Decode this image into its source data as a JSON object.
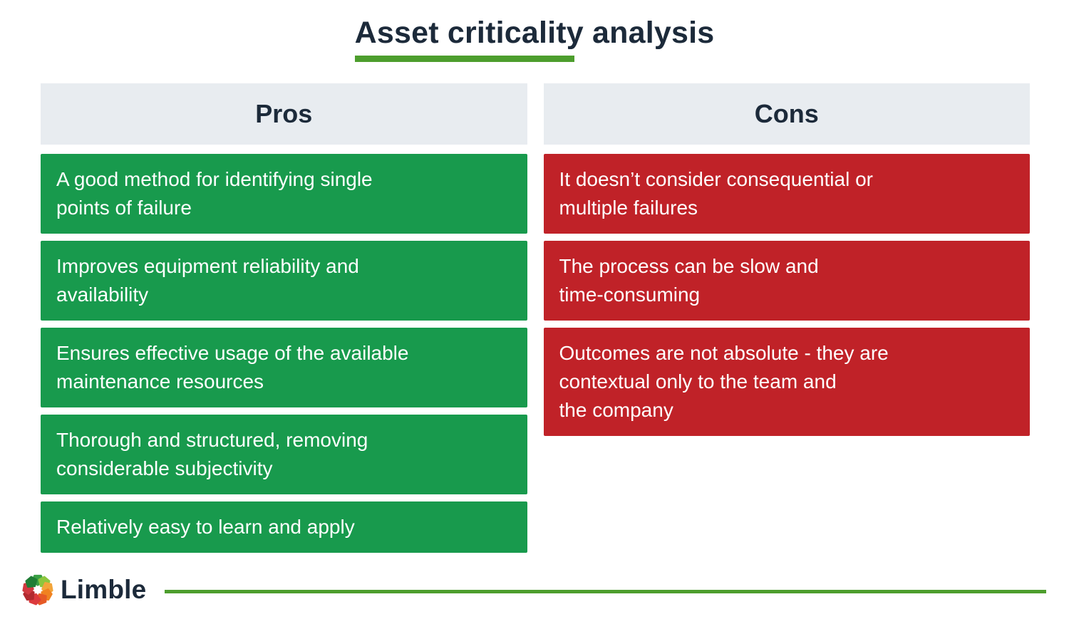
{
  "page": {
    "title": "Asset criticality analysis"
  },
  "colors": {
    "navy": "#1c2a3a",
    "green": "#189a4d",
    "red": "#c02228",
    "header_bg": "#e8ecf0",
    "accent": "#4d9e2d"
  },
  "table": {
    "columns": [
      {
        "id": "pros",
        "header": "Pros",
        "items": [
          "A good method for identifying single\npoints of failure",
          "Improves equipment reliability and\navailability",
          "Ensures effective usage of the available\nmaintenance resources",
          "Thorough and structured, removing\nconsiderable subjectivity",
          "Relatively easy to learn and apply"
        ]
      },
      {
        "id": "cons",
        "header": "Cons",
        "items": [
          "It doesn’t consider consequential or\nmultiple failures",
          "The process can be slow and\ntime-consuming",
          "Outcomes are not absolute - they are\ncontextual only to the team and\nthe company"
        ]
      }
    ]
  },
  "footer": {
    "brand": "Limble",
    "logo": {
      "icon": "limble-gear-icon",
      "gear_colors": [
        "#3aa044",
        "#8cc63e",
        "#f2a53a",
        "#f08221",
        "#e65a26",
        "#dc3a3d",
        "#b22a2f",
        "#d0393f",
        "#1f7d35"
      ]
    }
  }
}
